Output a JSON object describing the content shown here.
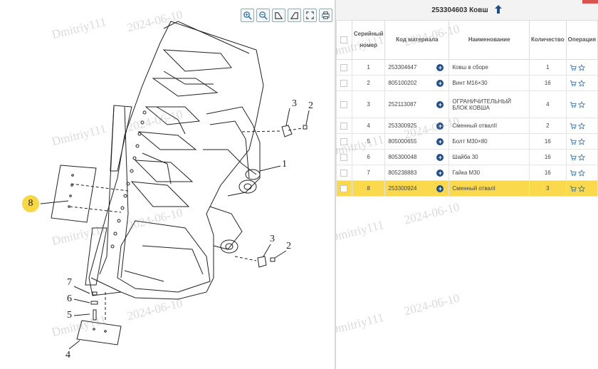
{
  "watermark": {
    "user": "Dmitriy111",
    "date": "2024-06-10"
  },
  "toolbar": {
    "icons": [
      "zoom-in-icon",
      "zoom-out-icon",
      "rotate-left-icon",
      "rotate-right-icon",
      "fit-screen-icon",
      "print-icon"
    ]
  },
  "callouts": {
    "c1": "1",
    "c2a": "2",
    "c3a": "3",
    "c2b": "2",
    "c3b": "3",
    "c4": "4",
    "c5": "5",
    "c6": "6",
    "c7": "7",
    "c8": "8"
  },
  "panel": {
    "title": "253304603 Ковш"
  },
  "table": {
    "headers": {
      "serial": "Серийный номер",
      "code": "Код материала",
      "name": "Наименование",
      "qty": "Количество",
      "ops": "Операция"
    },
    "rows": [
      {
        "serial": "1",
        "code": "253304647",
        "name": "Ковш в сборе",
        "qty": "1"
      },
      {
        "serial": "2",
        "code": "805100202",
        "name": "Винт М16×30",
        "qty": "16"
      },
      {
        "serial": "3",
        "code": "252113087",
        "name": "ОГРАНИЧИТЕЛЬНЫЙ БЛОК КОВША",
        "qty": "4"
      },
      {
        "serial": "4",
        "code": "253300925",
        "name": "Сменный отвалII",
        "qty": "2"
      },
      {
        "serial": "5",
        "code": "805000655",
        "name": "Болт М30×80",
        "qty": "16"
      },
      {
        "serial": "6",
        "code": "805300048",
        "name": "Шайба 30",
        "qty": "16"
      },
      {
        "serial": "7",
        "code": "805238883",
        "name": "Гайка М30",
        "qty": "16"
      },
      {
        "serial": "8",
        "code": "253300924",
        "name": "Сменный отвалI",
        "qty": "3"
      }
    ],
    "selected_row": 8
  },
  "colors": {
    "selected": "#fbd94d",
    "plus": "#1f4e8c",
    "badge": "#f7d742"
  }
}
